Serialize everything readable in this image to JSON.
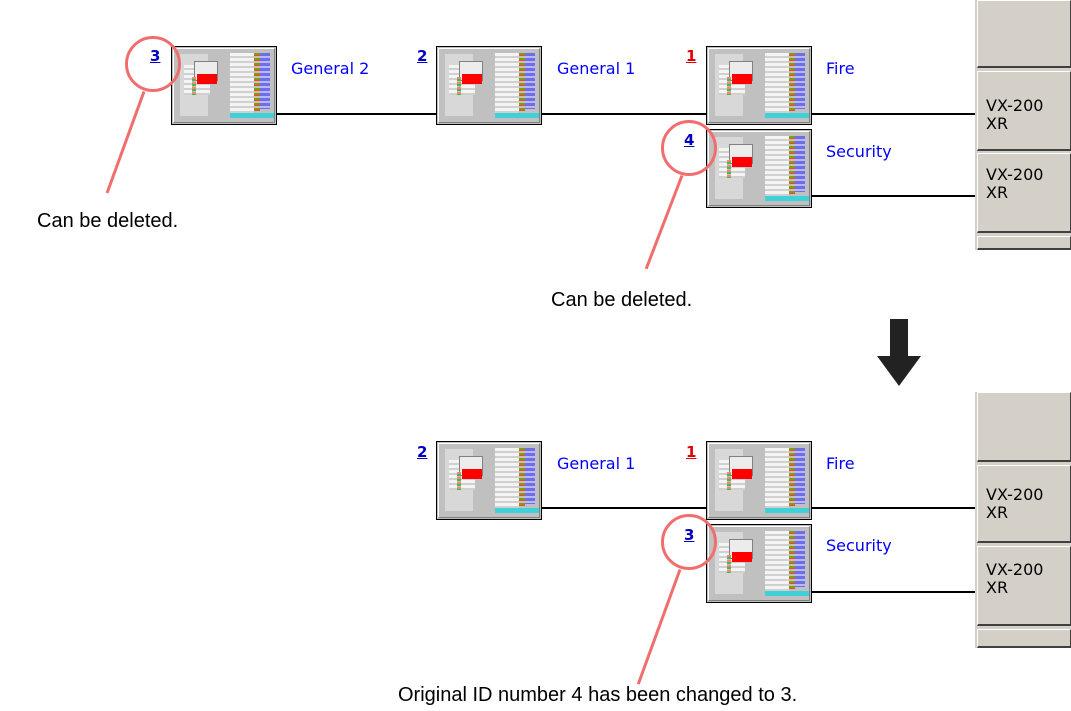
{
  "before": {
    "units": [
      {
        "id": "3",
        "id_color": "#0000c0",
        "label": "General 2"
      },
      {
        "id": "2",
        "id_color": "#0000c0",
        "label": "General 1"
      },
      {
        "id": "1",
        "id_color": "#e00000",
        "label": "Fire"
      },
      {
        "id": "4",
        "id_color": "#0000c0",
        "label": "Security"
      }
    ],
    "side_buttons": [
      "",
      "VX-200\nXR",
      "VX-200\nXR",
      ""
    ],
    "callouts": [
      "Can be deleted.",
      "Can be deleted."
    ]
  },
  "after": {
    "units": [
      {
        "id": "2",
        "id_color": "#0000c0",
        "label": "General 1"
      },
      {
        "id": "1",
        "id_color": "#e00000",
        "label": "Fire"
      },
      {
        "id": "3",
        "id_color": "#0000c0",
        "label": "Security"
      }
    ],
    "side_buttons": [
      "",
      "VX-200\nXR",
      "VX-200\nXR",
      ""
    ],
    "callout": "Original ID number 4 has been changed to 3."
  },
  "colors": {
    "annotation": "#f06e6e",
    "label": "#0000ff",
    "panel": "#d4d0c8"
  },
  "icons": [
    "down-arrow-icon"
  ]
}
